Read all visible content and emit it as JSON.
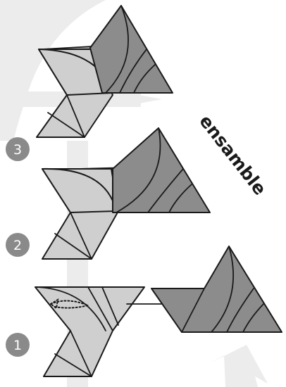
{
  "title": "ensamble",
  "steps": [
    {
      "number": "3"
    },
    {
      "number": "2"
    },
    {
      "number": "1"
    }
  ],
  "colors": {
    "light_panel": "#cfcfcf",
    "dark_panel": "#8c8c8c",
    "outline": "#1a1a1a",
    "badge": "#8a8a8a",
    "background_arrow": "#ececec"
  }
}
